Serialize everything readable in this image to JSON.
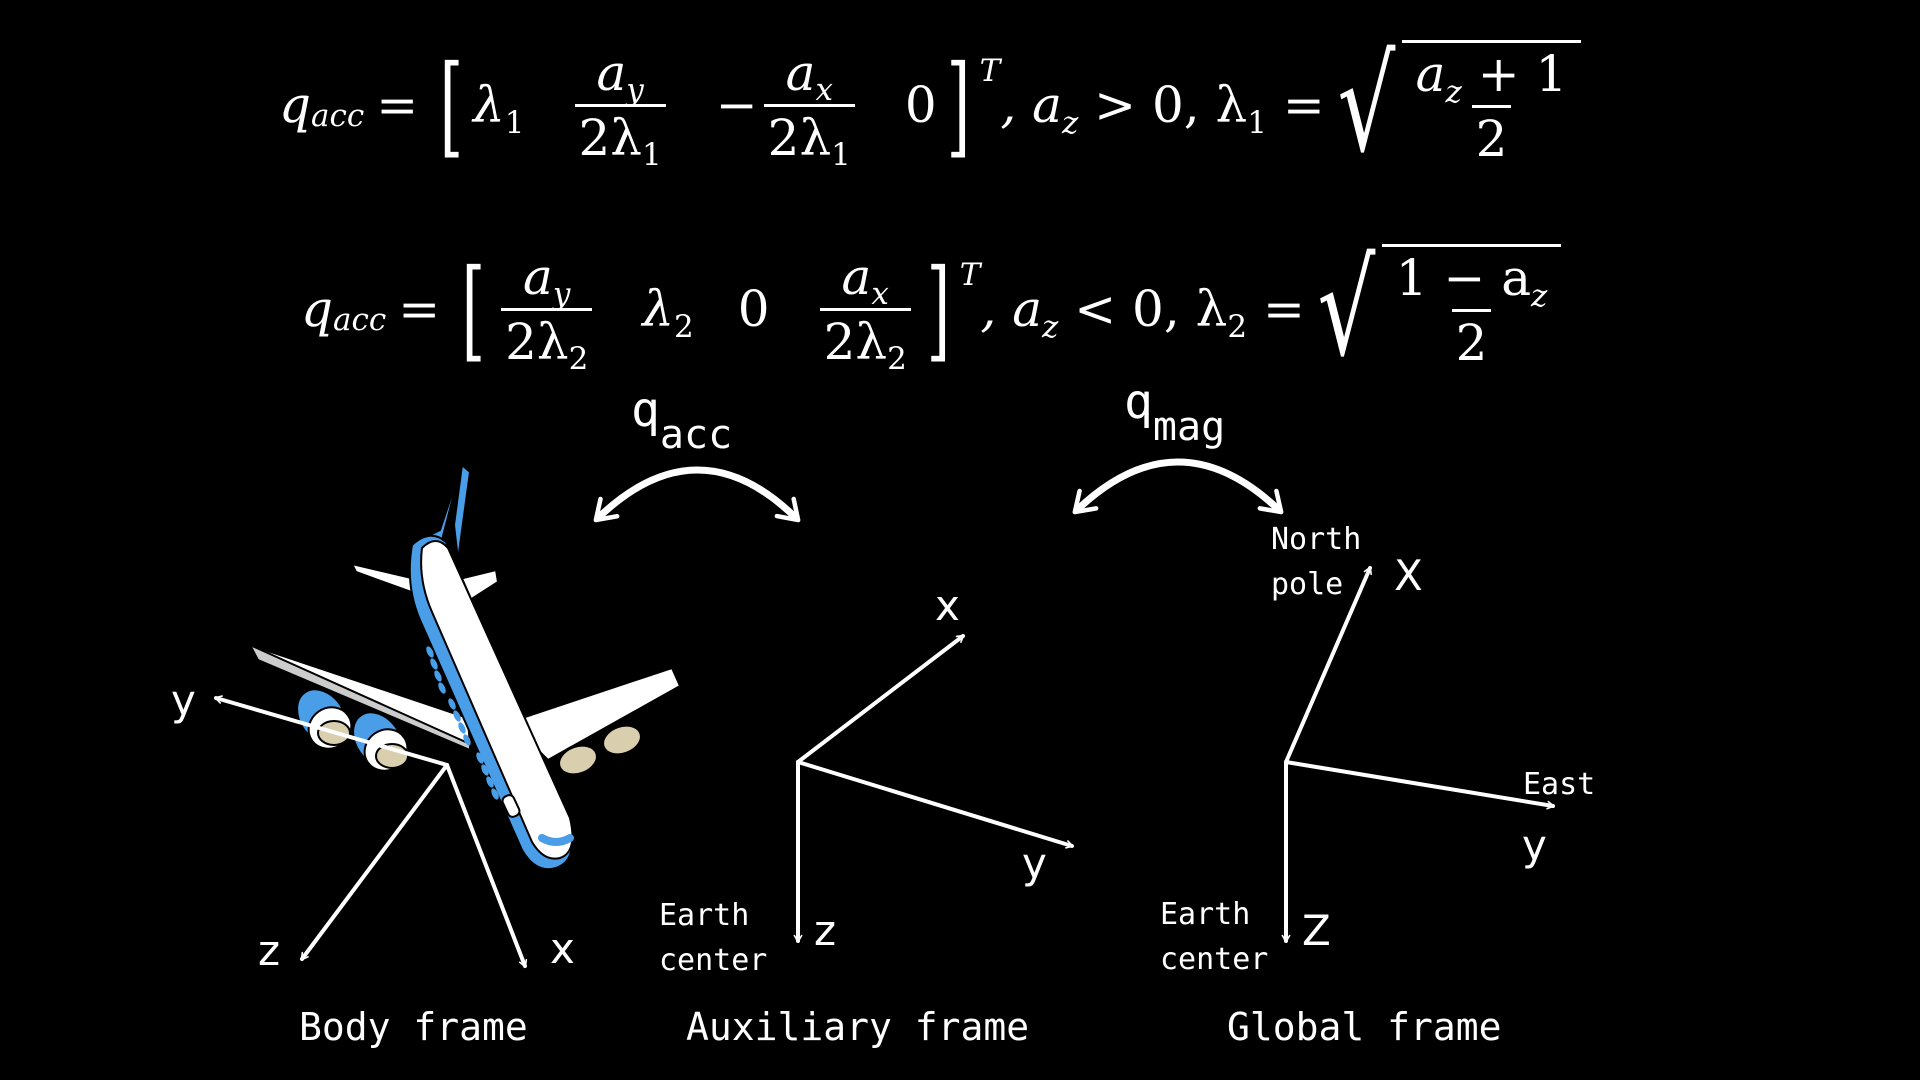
{
  "equations": {
    "eq1": {
      "lhs": "q",
      "lhs_sub": "acc",
      "equals": "=",
      "vector": {
        "e1": {
          "sym": "λ",
          "sub": "1"
        },
        "e2": {
          "num": "a",
          "num_sub": "y",
          "den": "2λ",
          "den_sub": "1"
        },
        "e3": {
          "sign": "−",
          "num": "a",
          "num_sub": "x",
          "den": "2λ",
          "den_sub": "1"
        },
        "e4": "0"
      },
      "transpose": "T",
      "condition": ", a",
      "condition_sub": "z",
      "condition_rel": " > 0, λ",
      "lambda_sub": "1",
      "lambda_eq": " = ",
      "sqrt_num": "a",
      "sqrt_num_sub": "z",
      "sqrt_num_rest": " + 1",
      "sqrt_den": "2"
    },
    "eq2": {
      "lhs": "q",
      "lhs_sub": "acc",
      "equals": "=",
      "vector": {
        "e1": {
          "num": "a",
          "num_sub": "y",
          "den": "2λ",
          "den_sub": "2"
        },
        "e2": {
          "sym": "λ",
          "sub": "2"
        },
        "e3": "0",
        "e4": {
          "num": "a",
          "num_sub": "x",
          "den": "2λ",
          "den_sub": "2"
        }
      },
      "transpose": "T",
      "condition": ", a",
      "condition_sub": "z",
      "condition_rel": " < 0, λ",
      "lambda_sub": "2",
      "lambda_eq": " = ",
      "sqrt_num_pre": "1 − a",
      "sqrt_num_sub": "z",
      "sqrt_den": "2"
    }
  },
  "transforms": {
    "acc": {
      "base": "q",
      "sub": "acc"
    },
    "mag": {
      "base": "q",
      "sub": "mag"
    }
  },
  "frames": {
    "body": {
      "caption": "Body frame",
      "axes": {
        "x": "x",
        "y": "y",
        "z": "z"
      }
    },
    "auxiliary": {
      "caption": "Auxiliary frame",
      "axes": {
        "x": "x",
        "y": "y",
        "z": "z"
      },
      "z_note_line1": "Earth",
      "z_note_line2": "center"
    },
    "global": {
      "caption": "Global frame",
      "axes": {
        "x": "X",
        "y": "y",
        "z": "Z"
      },
      "x_note_line1": "North",
      "x_note_line2": "pole",
      "y_note": "East",
      "z_note_line1": "Earth",
      "z_note_line2": "center"
    }
  },
  "colors": {
    "background": "#000000",
    "foreground": "#ffffff",
    "airplane_accent": "#4a9ee8",
    "engine_inner": "#d9cfae"
  }
}
